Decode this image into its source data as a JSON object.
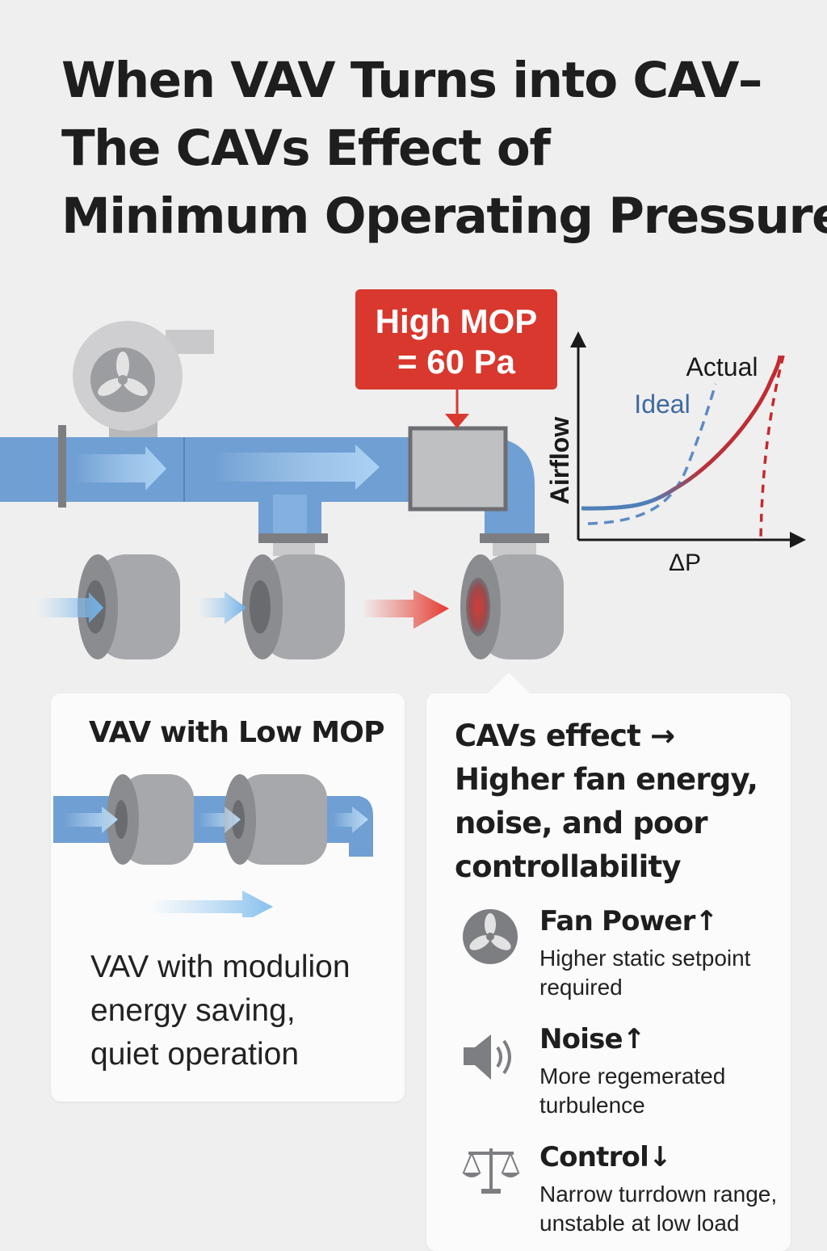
{
  "title_lines": [
    "When VAV Turns into CAV–",
    "The CAVs Effect of",
    "Minimum Operating Pressure"
  ],
  "callout": {
    "line1": "High MOP",
    "line2": "= 60 Pa"
  },
  "graph": {
    "ylabel": "Airflow",
    "xlabel": "ΔP",
    "actual_label": "Actual",
    "ideal_label": "Ideal"
  },
  "left_panel": {
    "heading": "VAV with Low MOP",
    "desc_lines": [
      "VAV with modulion",
      "energy saving,",
      "quiet operation"
    ]
  },
  "right_panel": {
    "heading_lines": [
      "CAVs effect →",
      "Higher fan energy,",
      "noise, and poor",
      "controllability"
    ],
    "effects": [
      {
        "icon": "fan-icon",
        "title": "Fan Power↑",
        "desc_lines": [
          "Higher static setpoint",
          "required"
        ]
      },
      {
        "icon": "speaker-icon",
        "title": "Noise↑",
        "desc_lines": [
          "More regemerated",
          "turbulence"
        ]
      },
      {
        "icon": "scale-icon",
        "title": "Control↓",
        "desc_lines": [
          "Narrow turrdown range,",
          "unstable at low load"
        ]
      }
    ]
  },
  "colors": {
    "duct": "#6f9fd3",
    "alert": "#d8382e",
    "ideal": "#4f7fb8",
    "actual": "#c22a2f",
    "gray": "#9a9b9f"
  }
}
